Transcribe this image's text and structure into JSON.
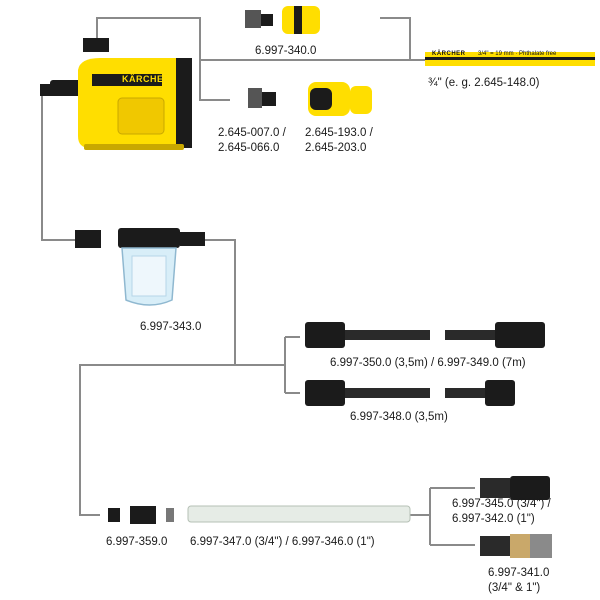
{
  "brand": {
    "name": "KÄRCHER",
    "hose_print": "3/4\" = 19 mm · Phthalate free"
  },
  "colors": {
    "yellow": "#ffde00",
    "black": "#1b1b1b",
    "connector": "#8a8a8a"
  },
  "labels": {
    "quick_connector_set": "6.997-340.0",
    "adapter_line1": "2.645-007.0 /",
    "adapter_line2": "2.645-066.0",
    "hose_connector_line1": "2.645-193.0 /",
    "hose_connector_line2": "2.645-203.0",
    "garden_hose": "¾\" (e. g. 2.645-148.0)",
    "prefilter": "6.997-343.0",
    "suction_hose_long": "6.997-350.0 (3,5m) / 6.997-349.0 (7m)",
    "suction_hose_short": "6.997-348.0 (3,5m)",
    "pump_connector": "6.997-359.0",
    "suction_hose_roll": "6.997-347.0 (3/4\") / 6.997-346.0 (1\")",
    "suction_filter_line1": "6.997-345.0 (3/4\") /",
    "suction_filter_line2": "6.997-342.0 (1\")",
    "return_valve_line1": "6.997-341.0",
    "return_valve_line2": "(3/4\" & 1\")"
  }
}
